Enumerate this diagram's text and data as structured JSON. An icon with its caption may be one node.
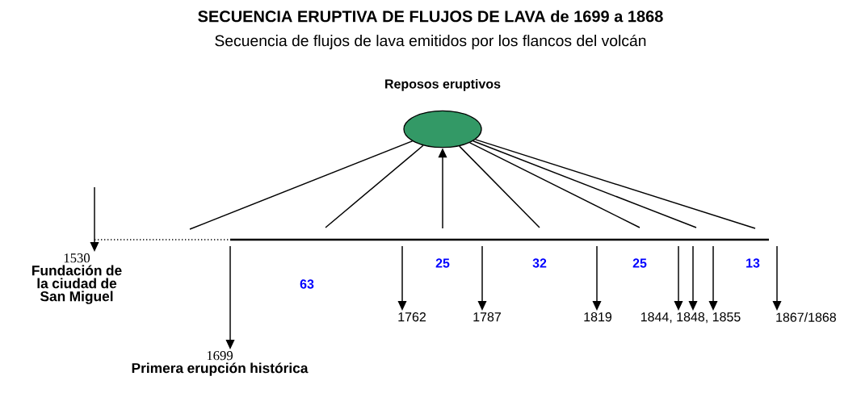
{
  "diagram": {
    "title": "SECUENCIA ERUPTIVA DE FLUJOS DE LAVA de 1699 a 1868",
    "nodes": [
      {
        "text": [
          "Reposos eruptivos"
        ]
      },
      {
        "text": [
          "1530",
          "Fundación de la ciudad de San Miguel"
        ]
      },
      {
        "text": [
          "1699",
          "Primera erupción histórica"
        ]
      },
      {
        "text": [
          "1762"
        ]
      },
      {
        "text": [
          "1787"
        ]
      },
      {
        "text": [
          "1819"
        ]
      },
      {
        "text": [
          "1844, 1848, 1855"
        ]
      },
      {
        "text": [
          "1867/1868"
        ]
      }
    ],
    "edges": [
      {
        "from": 0,
        "to": null,
        "arrow": "none"
      },
      {
        "from": 0,
        "to": null,
        "arrow": "none"
      },
      {
        "from": null,
        "to": 0,
        "arrow": "to"
      },
      {
        "from": 0,
        "to": null,
        "arrow": "none"
      },
      {
        "from": 0,
        "to": null,
        "arrow": "none"
      },
      {
        "from": 0,
        "to": null,
        "arrow": "none"
      },
      {
        "from": 0,
        "to": null,
        "arrow": "none"
      },
      {
        "from": null,
        "to": 1,
        "arrow": "to"
      },
      {
        "from": null,
        "to": 2,
        "arrow": "to"
      },
      {
        "from": null,
        "to": 3,
        "arrow": "to"
      },
      {
        "from": null,
        "to": 4,
        "arrow": "to"
      },
      {
        "from": null,
        "to": 5,
        "arrow": "to"
      },
      {
        "from": null,
        "to": 6,
        "arrow": "to"
      },
      {
        "from": null,
        "to": 6,
        "arrow": "to"
      },
      {
        "from": null,
        "to": 6,
        "arrow": "to"
      },
      {
        "from": null,
        "to": 7,
        "arrow": "to"
      }
    ],
    "labels": [
      "Secuencia de flujos de lava emitidos por los flancos del volcán",
      "63",
      "25",
      "32",
      "25",
      "13"
    ]
  }
}
